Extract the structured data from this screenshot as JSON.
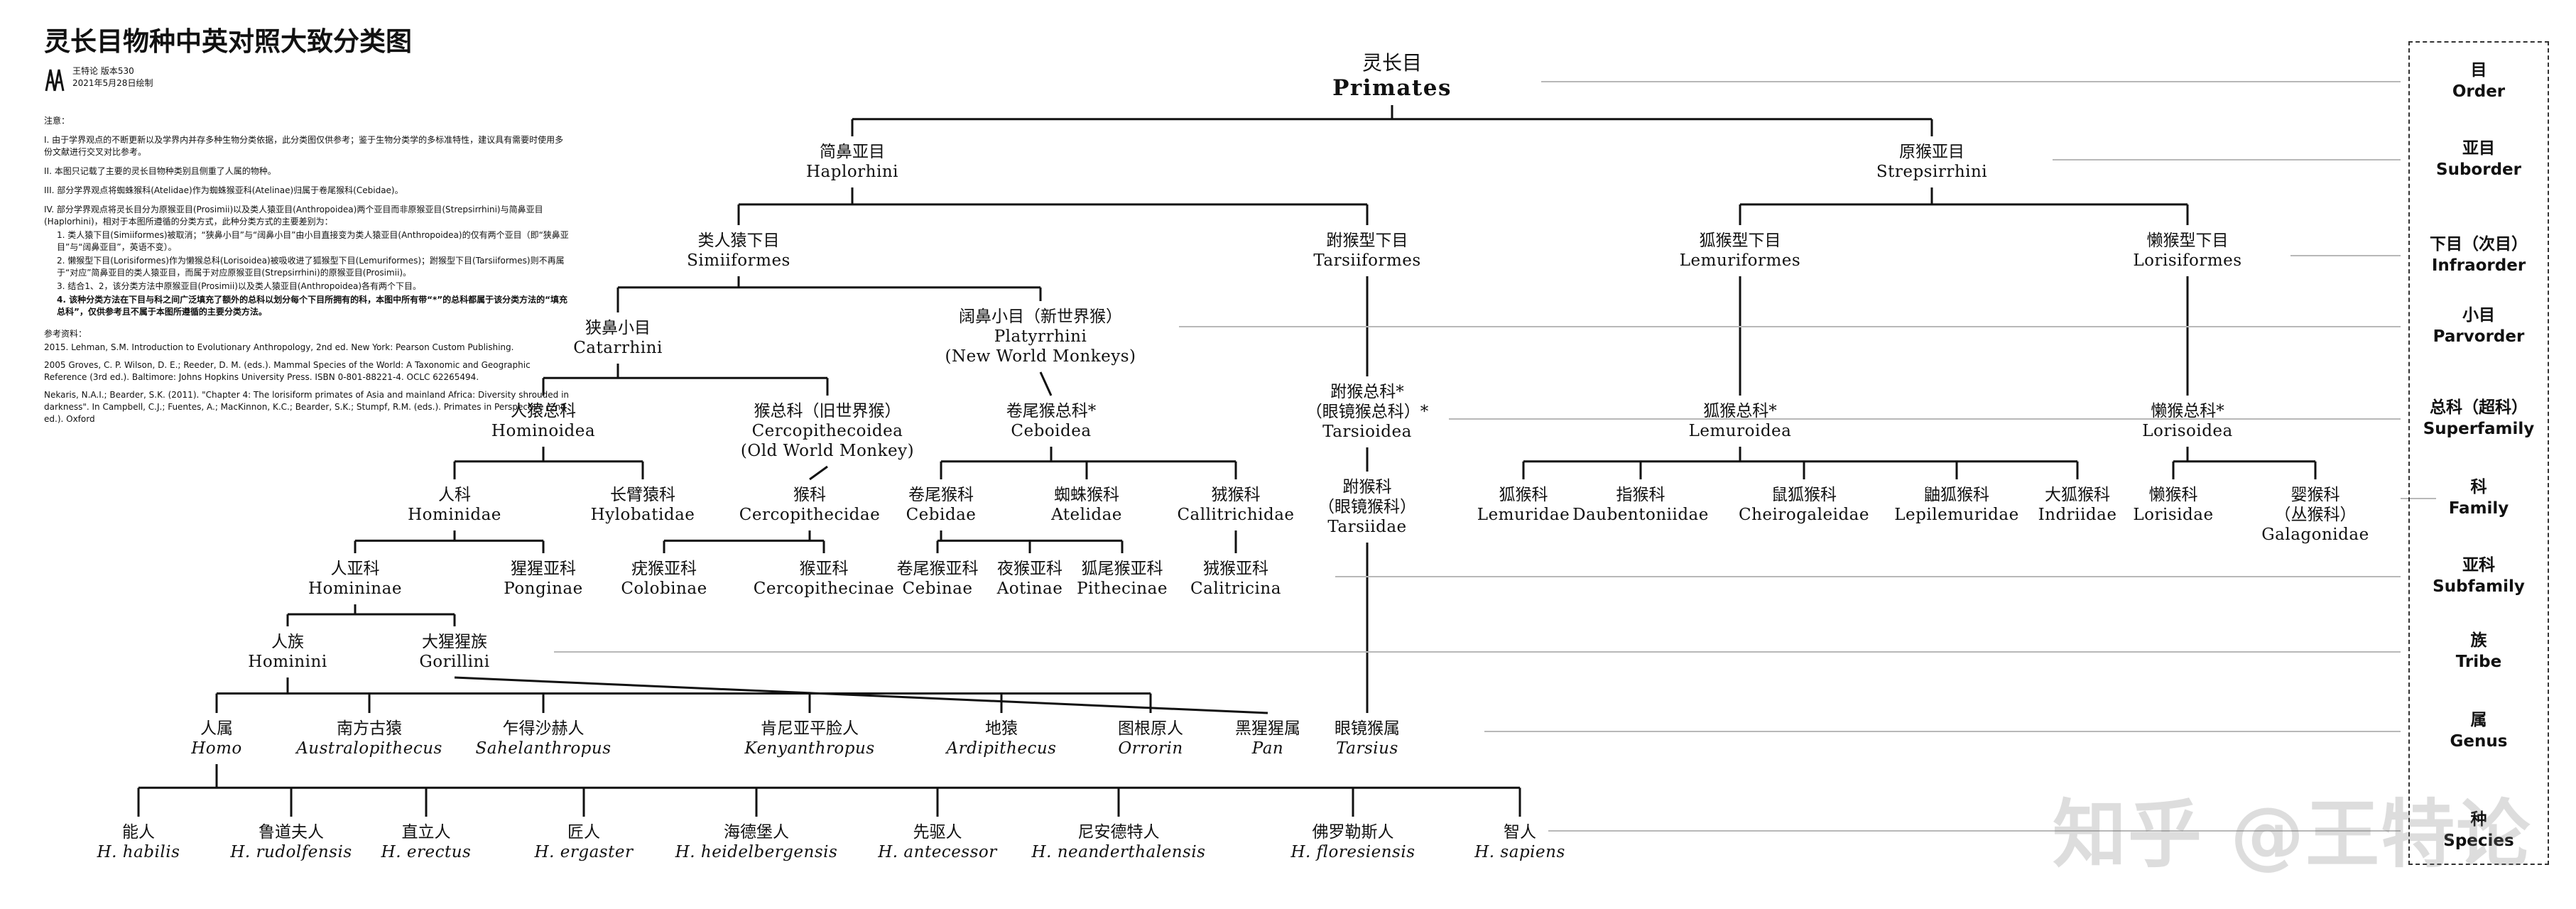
{
  "title": "灵长目物种中英对照大致分类图",
  "author": {
    "name_line": "王特论 版本530",
    "date_line": "2021年5月28日绘制"
  },
  "notes": {
    "heading": "注意：",
    "items": [
      "I. 由于学界观点的不断更新以及学界内并存多种生物分类依据，此分类图仅供参考；鉴于生物分类学的多标准特性，建议具有需要时使用多份文献进行交叉对比参考。",
      "II. 本图只记载了主要的灵长目物种类别且侧重了人属的物种。",
      "III. 部分学界观点将蜘蛛猴科(Atelidae)作为蜘蛛猴亚科(Atelinae)归属于卷尾猴科(Cebidae)。",
      "IV. 部分学界观点将灵长目分为原猴亚目(Prosimii)以及类人猿亚目(Anthropoidea)两个亚目而非原猴亚目(Strepsirrhini)与简鼻亚目(Haplorhini)，相对于本图所遵循的分类方式，此种分类方式的主要差别为：",
      "1. 类人猿下目(Simiiformes)被取消；“狭鼻小目”与“阔鼻小目”由小目直接变为类人猿亚目(Anthropoidea)的仅有两个亚目（即“狭鼻亚目”与“阔鼻亚目”，英语不变）。",
      "2. 懒猴型下目(Lorisiformes)作为懒猴总科(Lorisoidea)被吸收进了狐猴型下目(Lemuriformes)；跗猴型下目(Tarsiiformes)则不再属于“对应”简鼻亚目的类人猿亚目，而属于对应原猴亚目(Strepsirrhini)的原猴亚目(Prosimii)。",
      "3. 结合1、2，该分类方法中原猴亚目(Prosimii)以及类人猿亚目(Anthropoidea)各有两个下目。",
      "4. 该种分类方法在下目与科之间广泛填充了额外的总科以划分每个下目所拥有的科，本图中所有带“*”的总科都属于该分类方法的“填充总科”，仅供参考且不属于本图所遵循的主要分类方法。"
    ]
  },
  "references": {
    "heading": "参考资料：",
    "items": [
      "2015. Lehman, S.M. Introduction to Evolutionary Anthropology, 2nd ed. New York: Pearson Custom Publishing.",
      "2005 Groves, C. P. Wilson, D. E.; Reeder, D. M. (eds.). Mammal Species of the World: A Taxonomic and Geographic Reference (3rd ed.). Baltimore: Johns Hopkins University Press. ISBN 0-801-88221-4. OCLC 62265494.",
      "Nekaris, N.A.I.; Bearder, S.K. (2011). \"Chapter 4: The lorisiform primates of Asia and mainland Africa: Diversity shrouded in darkness\". In Campbell, C.J.; Fuentes, A.; MacKinnon, K.C.; Bearder, S.K.; Stumpf, R.M. (eds.). Primates in Perspective (2nd ed.). Oxford"
    ]
  },
  "ranks": [
    {
      "cn": "目",
      "en": "Order"
    },
    {
      "cn": "亚目",
      "en": "Suborder"
    },
    {
      "cn": "下目（次目）",
      "en": "Infraorder"
    },
    {
      "cn": "小目",
      "en": "Parvorder"
    },
    {
      "cn": "总科（超科）",
      "en": "Superfamily"
    },
    {
      "cn": "科",
      "en": "Family"
    },
    {
      "cn": "亚科",
      "en": "Subfamily"
    },
    {
      "cn": "族",
      "en": "Tribe"
    },
    {
      "cn": "属",
      "en": "Genus"
    },
    {
      "cn": "种",
      "en": "Species"
    }
  ],
  "taxa": {
    "primates": {
      "cn": "灵长目",
      "en": "Primates"
    },
    "haplorhini": {
      "cn": "简鼻亚目",
      "en": "Haplorhini"
    },
    "strepsirrhini": {
      "cn": "原猴亚目",
      "en": "Strepsirrhini"
    },
    "simiiformes": {
      "cn": "类人猿下目",
      "en": "Simiiformes"
    },
    "tarsiiformes": {
      "cn": "跗猴型下目",
      "en": "Tarsiiformes"
    },
    "lemuriformes": {
      "cn": "狐猴型下目",
      "en": "Lemuriformes"
    },
    "lorisiformes": {
      "cn": "懒猴型下目",
      "en": "Lorisiformes"
    },
    "catarrhini": {
      "cn": "狭鼻小目",
      "en": "Catarrhini"
    },
    "platyrrhini": {
      "cn": "阔鼻小目（新世界猴）",
      "en": "Platyrrhini",
      "en2": "(New World Monkeys)"
    },
    "hominoidea": {
      "cn": "人猿总科",
      "en": "Hominoidea"
    },
    "cercopithecoidea": {
      "cn": "猴总科（旧世界猴）",
      "en": "Cercopithecoidea",
      "en2": "(Old World Monkey)"
    },
    "ceboidea": {
      "cn": "卷尾猴总科*",
      "en": "Ceboidea"
    },
    "tarsioidea": {
      "cn": "跗猴总科*",
      "cn2": "（眼镜猴总科）*",
      "en": "Tarsioidea"
    },
    "lemuroidea": {
      "cn": "狐猴总科*",
      "en": "Lemuroidea"
    },
    "lorisoidea": {
      "cn": "懒猴总科*",
      "en": "Lorisoidea"
    },
    "hominidae": {
      "cn": "人科",
      "en": "Hominidae"
    },
    "hylobatidae": {
      "cn": "长臂猿科",
      "en": "Hylobatidae"
    },
    "cercopithecidae": {
      "cn": "猴科",
      "en": "Cercopithecidae"
    },
    "cebidae": {
      "cn": "卷尾猴科",
      "en": "Cebidae"
    },
    "atelidae": {
      "cn": "蜘蛛猴科",
      "en": "Atelidae"
    },
    "callitrichidae": {
      "cn": "狨猴科",
      "en": "Callitrichidae"
    },
    "tarsiidae": {
      "cn": "跗猴科",
      "cn2": "（眼镜猴科）",
      "en": "Tarsiidae"
    },
    "lemuridae": {
      "cn": "狐猴科",
      "en": "Lemuridae"
    },
    "daubentoniidae": {
      "cn": "指猴科",
      "en": "Daubentoniidae"
    },
    "cheirogaleidae": {
      "cn": "鼠狐猴科",
      "en": "Cheirogaleidae"
    },
    "lepilemuridae": {
      "cn": "鼬狐猴科",
      "en": "Lepilemuridae"
    },
    "indriidae": {
      "cn": "大狐猴科",
      "en": "Indriidae"
    },
    "lorisidae": {
      "cn": "懒猴科",
      "en": "Lorisidae"
    },
    "galagonidae": {
      "cn": "婴猴科",
      "cn2": "（丛猴科）",
      "en": "Galagonidae"
    },
    "homininae": {
      "cn": "人亚科",
      "en": "Homininae"
    },
    "ponginae": {
      "cn": "猩猩亚科",
      "en": "Ponginae"
    },
    "colobinae": {
      "cn": "疣猴亚科",
      "en": "Colobinae"
    },
    "cercopithecinae": {
      "cn": "猴亚科",
      "en": "Cercopithecinae"
    },
    "cebinae": {
      "cn": "卷尾猴亚科",
      "en": "Cebinae"
    },
    "aotinae": {
      "cn": "夜猴亚科",
      "en": "Aotinae"
    },
    "pithecinae": {
      "cn": "狐尾猴亚科",
      "en": "Pithecinae"
    },
    "calitricina": {
      "cn": "狨猴亚科",
      "en": "Calitricina"
    },
    "hominini": {
      "cn": "人族",
      "en": "Hominini"
    },
    "gorillini": {
      "cn": "大猩猩族",
      "en": "Gorillini"
    },
    "homo": {
      "cn": "人属",
      "en": "Homo"
    },
    "australopithecus": {
      "cn": "南方古猿",
      "en": "Australopithecus"
    },
    "sahelanthropus": {
      "cn": "乍得沙赫人",
      "en": "Sahelanthropus"
    },
    "kenyanthropus": {
      "cn": "肯尼亚平脸人",
      "en": "Kenyanthropus"
    },
    "ardipithecus": {
      "cn": "地猿",
      "en": "Ardipithecus"
    },
    "orrorin": {
      "cn": "图根原人",
      "en": "Orrorin"
    },
    "pan": {
      "cn": "黑猩猩属",
      "en": "Pan"
    },
    "tarsius": {
      "cn": "眼镜猴属",
      "en": "Tarsius"
    },
    "h_habilis": {
      "cn": "能人",
      "en": "H. habilis"
    },
    "h_rudolfensis": {
      "cn": "鲁道夫人",
      "en": "H. rudolfensis"
    },
    "h_erectus": {
      "cn": "直立人",
      "en": "H. erectus"
    },
    "h_ergaster": {
      "cn": "匠人",
      "en": "H. ergaster"
    },
    "h_heidelbergensis": {
      "cn": "海德堡人",
      "en": "H. heidelbergensis"
    },
    "h_antecessor": {
      "cn": "先驱人",
      "en": "H. antecessor"
    },
    "h_neanderthalensis": {
      "cn": "尼安德特人",
      "en": "H. neanderthalensis"
    },
    "h_floresiensis": {
      "cn": "佛罗勒斯人",
      "en": "H. floresiensis"
    },
    "h_sapiens": {
      "cn": "智人",
      "en": "H. sapiens"
    }
  },
  "watermark": "知乎 @王特论"
}
